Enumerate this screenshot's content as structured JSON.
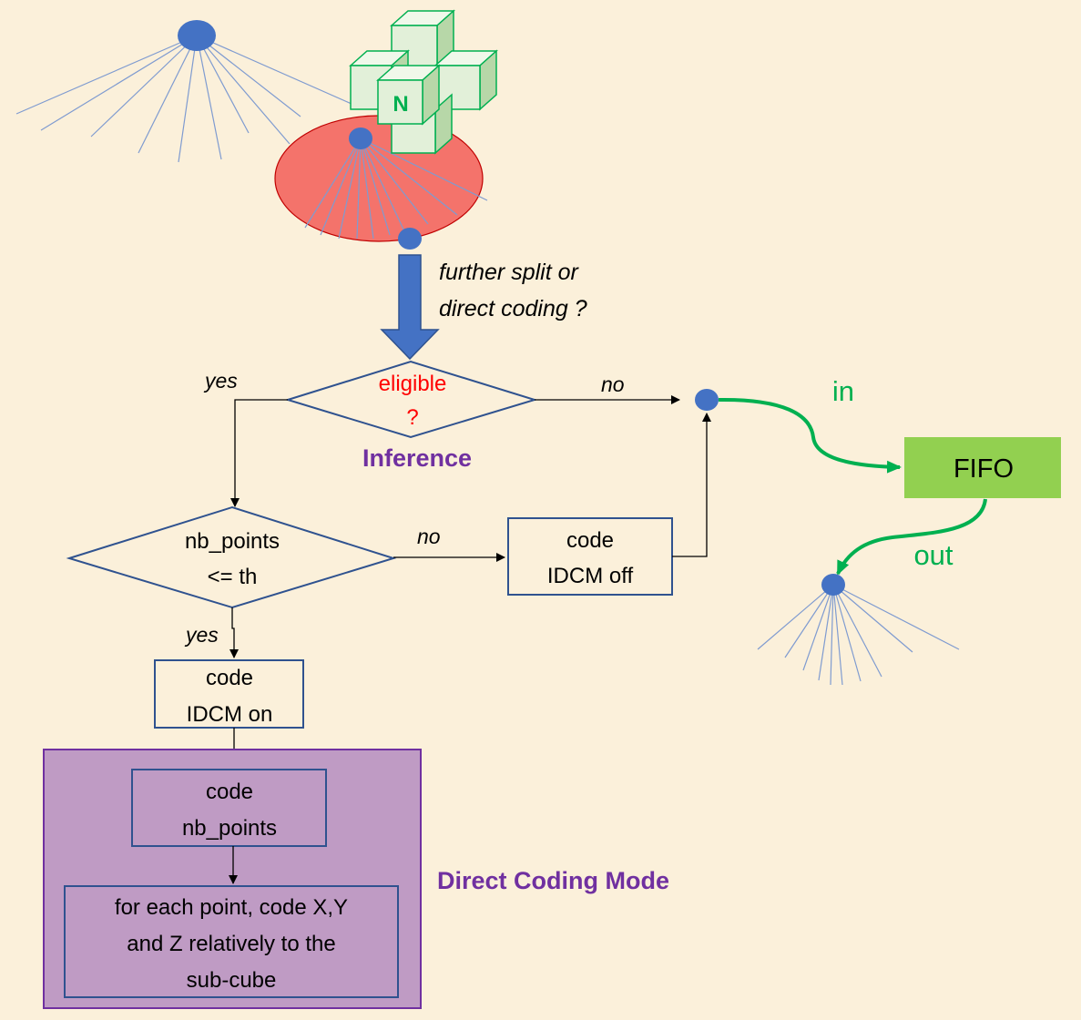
{
  "cube_label": "N",
  "question": {
    "line1": "further split or",
    "line2": "direct coding ?"
  },
  "eligible": {
    "line1": "eligible",
    "line2": "?"
  },
  "inference_label": "Inference",
  "branch_yes_1": "yes",
  "branch_no_1": "no",
  "nb_points_decision": {
    "line1": "nb_points",
    "line2": "<= th"
  },
  "branch_no_2": "no",
  "branch_yes_2": "yes",
  "idcm_off": {
    "line1": "code",
    "line2": "IDCM off"
  },
  "idcm_on": {
    "line1": "code",
    "line2": "IDCM on"
  },
  "code_nb_points": {
    "line1": "code",
    "line2": "nb_points"
  },
  "for_each_point": {
    "line1": "for each point, code X,Y",
    "line2": "and Z relatively to the",
    "line3": "sub-cube"
  },
  "direct_coding_mode": "Direct Coding Mode",
  "fifo": {
    "label": "FIFO",
    "in": "in",
    "out": "out"
  },
  "colors": {
    "background": "#fbf0da",
    "node_blue": "#4472c4",
    "line_blue": "#7f9bd0",
    "box_border": "#2f528f",
    "red_highlight": "#f4736b",
    "inference_purple": "#7030a0",
    "dcm_panel": "#bf9bc4",
    "fifo_green": "#92d050",
    "arrow_green": "#00b050",
    "cube_face": "#e2f0d9",
    "cube_edge": "#00b050",
    "eligible_red": "#ff0000"
  }
}
